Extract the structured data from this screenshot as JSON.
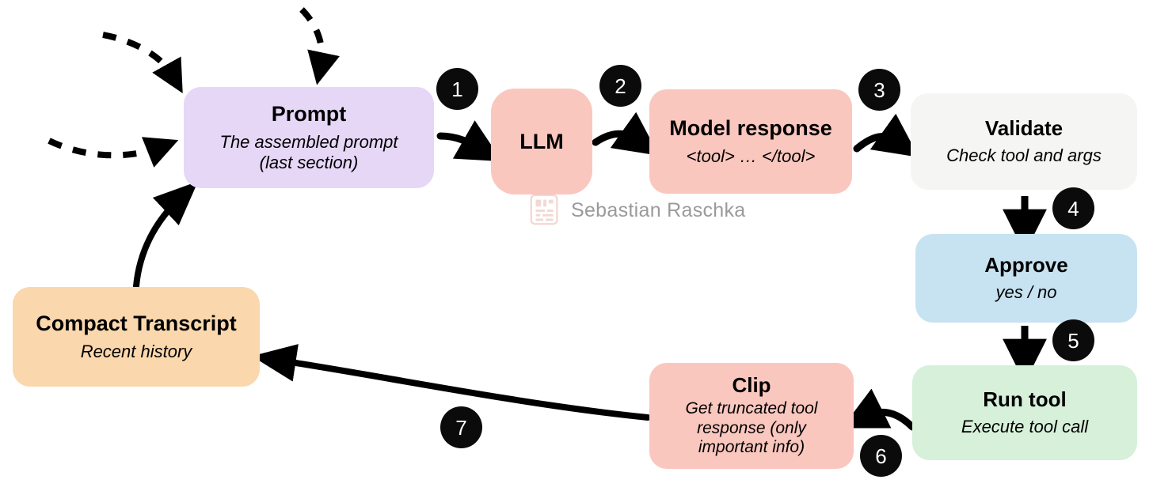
{
  "diagram": {
    "title": "Agent tool-calling loop",
    "background": "#ffffff",
    "nodes": [
      {
        "id": "prompt",
        "title": "Prompt",
        "subtitle": "The assembled prompt\n(last section)",
        "sub_line1": "The assembled prompt",
        "sub_line2": "(last section)",
        "color": "#e6d7f7"
      },
      {
        "id": "llm",
        "title": "LLM",
        "subtitle": "",
        "color": "#fac7bf"
      },
      {
        "id": "model-response",
        "title": "Model response",
        "subtitle": "<tool> … </tool>",
        "color": "#fac7bf"
      },
      {
        "id": "validate",
        "title": "Validate",
        "subtitle": "Check tool and args",
        "color": "#f5f5f3"
      },
      {
        "id": "approve",
        "title": "Approve",
        "subtitle": "yes / no",
        "color": "#c7e3f1"
      },
      {
        "id": "run-tool",
        "title": "Run tool",
        "subtitle": "Execute tool call",
        "color": "#d6f0da"
      },
      {
        "id": "clip",
        "title": "Clip",
        "sub_line1": "Get truncated tool",
        "sub_line2": "response (only",
        "sub_line3": "important info)",
        "subtitle": "Get truncated tool response (only important info)",
        "color": "#fac7bf"
      },
      {
        "id": "compact-transcript",
        "title": "Compact Transcript",
        "subtitle": "Recent history",
        "color": "#fad7ac"
      }
    ],
    "steps": [
      {
        "number": "1",
        "from": "prompt",
        "to": "llm"
      },
      {
        "number": "2",
        "from": "llm",
        "to": "model-response"
      },
      {
        "number": "3",
        "from": "model-response",
        "to": "validate"
      },
      {
        "number": "4",
        "from": "validate",
        "to": "approve"
      },
      {
        "number": "5",
        "from": "approve",
        "to": "run-tool"
      },
      {
        "number": "6",
        "from": "run-tool",
        "to": "clip"
      },
      {
        "number": "7",
        "from": "clip",
        "to": "compact-transcript"
      }
    ],
    "feedback_edge": {
      "from": "compact-transcript",
      "to": "prompt",
      "style": "solid"
    },
    "dashed_inputs": {
      "count": 3,
      "target": "prompt",
      "style": "dashed"
    },
    "edge_color": "#000000",
    "badge_color": "#0b0b0b",
    "badge_text_color": "#ffffff"
  },
  "watermark": {
    "label": "Sebastian Raschka",
    "icon": "circuit-logo-icon",
    "color": "#9a9a9a"
  }
}
